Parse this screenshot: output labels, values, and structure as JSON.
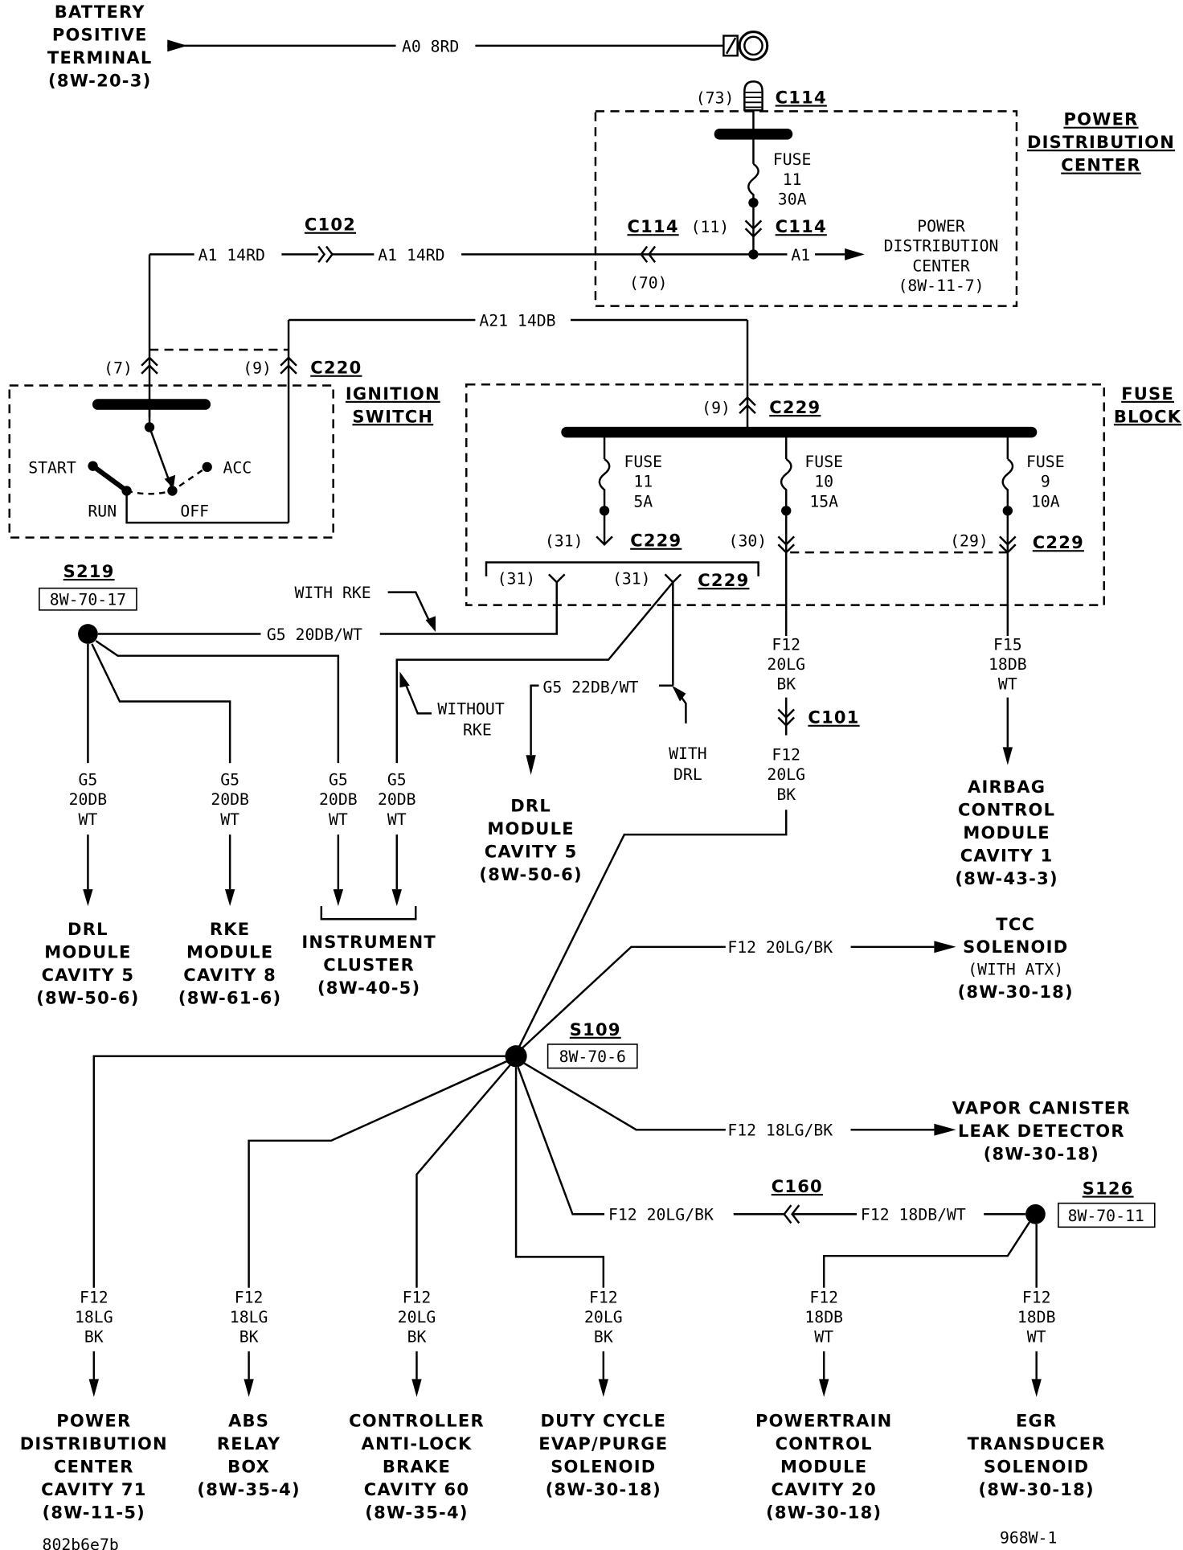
{
  "battery": {
    "lines": [
      "BATTERY",
      "POSITIVE",
      "TERMINAL",
      "(8W-20-3)"
    ],
    "wire": "A0 8RD"
  },
  "pdc": {
    "title": [
      "POWER",
      "DISTRIBUTION",
      "CENTER"
    ],
    "c114_top": {
      "pin": "(73)",
      "name": "C114"
    },
    "fuse": [
      "FUSE",
      "11",
      "30A"
    ],
    "c114_left": {
      "name": "C114",
      "pin": "(70)"
    },
    "c114_mid": {
      "pin": "(11)",
      "name": "C114"
    },
    "out_wire": "A1",
    "out_dest": [
      "POWER",
      "DISTRIBUTION",
      "CENTER",
      "(8W-11-7)"
    ]
  },
  "c102": {
    "name": "C102",
    "wire_left": "A1 14RD",
    "wire_right": "A1 14RD"
  },
  "a21_wire": "A21 14DB",
  "ignition": {
    "title": [
      "IGNITION",
      "SWITCH"
    ],
    "connector": "C220",
    "pin_left": "(7)",
    "pin_right": "(9)",
    "positions": {
      "start": "START",
      "acc": "ACC",
      "run": "RUN",
      "off": "OFF"
    }
  },
  "fuse_block": {
    "title": [
      "FUSE",
      "BLOCK"
    ],
    "input": {
      "pin": "(9)",
      "name": "C229"
    },
    "fuses": [
      {
        "lines": [
          "FUSE",
          "11",
          "5A"
        ],
        "pin": "(31)",
        "conn": "C229"
      },
      {
        "lines": [
          "FUSE",
          "10",
          "15A"
        ],
        "pin": "(30)",
        "conn": ""
      },
      {
        "lines": [
          "FUSE",
          "9",
          "10A"
        ],
        "pin": "(29)",
        "conn": "C229"
      }
    ],
    "sub_pins": [
      {
        "pin": "(31)"
      },
      {
        "pin": "(31)",
        "conn": "C229"
      }
    ]
  },
  "s219": {
    "name": "S219",
    "ref": "8W-70-17",
    "wire": "G5 20DB/WT"
  },
  "notes": {
    "with_rke": "WITH RKE",
    "without_rke": [
      "WITHOUT",
      "RKE"
    ],
    "with_drl": [
      "WITH",
      "DRL"
    ]
  },
  "g5_22": "G5 22DB/WT",
  "g5_labels": [
    [
      "G5",
      "20DB",
      "WT"
    ],
    [
      "G5",
      "20DB",
      "WT"
    ],
    [
      "G5",
      "20DB",
      "WT"
    ],
    [
      "G5",
      "20DB",
      "WT"
    ]
  ],
  "f12_top": [
    "F12",
    "20LG",
    "BK"
  ],
  "c101": "C101",
  "f12_mid": [
    "F12",
    "20LG",
    "BK"
  ],
  "f15": [
    "F15",
    "18DB",
    "WT"
  ],
  "destinations_mid": {
    "drl_center": [
      "DRL",
      "MODULE",
      "CAVITY 5",
      "(8W-50-6)"
    ],
    "airbag": [
      "AIRBAG",
      "CONTROL",
      "MODULE",
      "CAVITY 1",
      "(8W-43-3)"
    ],
    "drl_left": [
      "DRL",
      "MODULE",
      "CAVITY 5",
      "(8W-50-6)"
    ],
    "rke": [
      "RKE",
      "MODULE",
      "CAVITY 8",
      "(8W-61-6)"
    ],
    "cluster": [
      "INSTRUMENT",
      "CLUSTER",
      "(8W-40-5)"
    ]
  },
  "s109": {
    "name": "S109",
    "ref": "8W-70-6"
  },
  "tcc": {
    "wire": "F12 20LG/BK",
    "lines": [
      "TCC",
      "SOLENOID",
      "(WITH ATX)",
      "(8W-30-18)"
    ]
  },
  "vapor": {
    "wire": "F12 18LG/BK",
    "lines": [
      "VAPOR CANISTER",
      "LEAK DETECTOR",
      "(8W-30-18)"
    ]
  },
  "c160": {
    "name": "C160",
    "wire_left": "F12 20LG/BK",
    "wire_right": "F12 18DB/WT"
  },
  "s126": {
    "name": "S126",
    "ref": "8W-70-11"
  },
  "bottom": [
    {
      "wire": [
        "F12",
        "18LG",
        "BK"
      ],
      "lines": [
        "POWER",
        "DISTRIBUTION",
        "CENTER",
        "CAVITY 71",
        "(8W-11-5)"
      ]
    },
    {
      "wire": [
        "F12",
        "18LG",
        "BK"
      ],
      "lines": [
        "ABS",
        "RELAY",
        "BOX",
        "(8W-35-4)"
      ]
    },
    {
      "wire": [
        "F12",
        "20LG",
        "BK"
      ],
      "lines": [
        "CONTROLLER",
        "ANTI-LOCK",
        "BRAKE",
        "CAVITY 60",
        "(8W-35-4)"
      ]
    },
    {
      "wire": [
        "F12",
        "20LG",
        "BK"
      ],
      "lines": [
        "DUTY CYCLE",
        "EVAP/PURGE",
        "SOLENOID",
        "(8W-30-18)"
      ]
    },
    {
      "wire": [
        "F12",
        "18DB",
        "WT"
      ],
      "lines": [
        "POWERTRAIN",
        "CONTROL",
        "MODULE",
        "CAVITY 20",
        "(8W-30-18)"
      ]
    },
    {
      "wire": [
        "F12",
        "18DB",
        "WT"
      ],
      "lines": [
        "EGR",
        "TRANSDUCER",
        "SOLENOID",
        "(8W-30-18)"
      ]
    }
  ],
  "footer": {
    "left": "802b6e7b",
    "right": "968W-1"
  }
}
